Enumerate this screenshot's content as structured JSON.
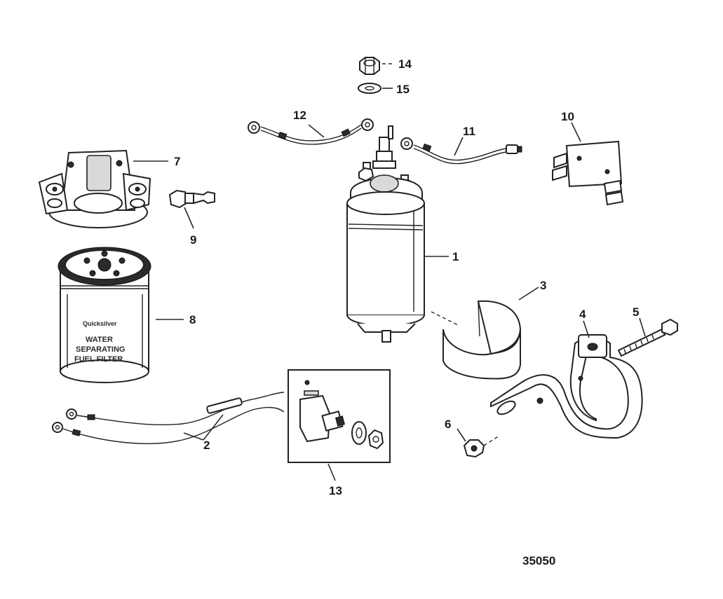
{
  "callouts": {
    "c1": "1",
    "c2": "2",
    "c3": "3",
    "c4": "4",
    "c5": "5",
    "c6": "6",
    "c7": "7",
    "c8": "8",
    "c9": "9",
    "c10": "10",
    "c11": "11",
    "c12": "12",
    "c13": "13",
    "c14": "14",
    "c15": "15"
  },
  "figure_number": "35050",
  "filter_label": {
    "brand": "Quicksilver",
    "line1": "WATER",
    "line2": "SEPARATING",
    "line3": "FUEL FILTER"
  }
}
